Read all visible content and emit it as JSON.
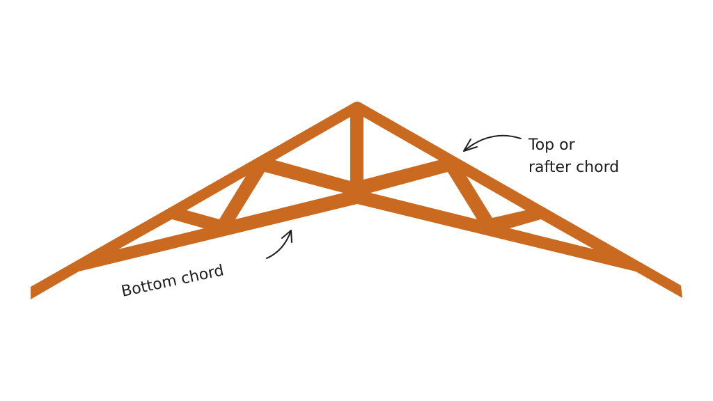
{
  "labels": {
    "top_chord_line1": "Top or",
    "top_chord_line2": "rafter chord",
    "bottom_chord": "Bottom chord"
  },
  "colors": {
    "truss": "#C96A20",
    "text": "#1e1e1e",
    "background": "#ffffff"
  }
}
